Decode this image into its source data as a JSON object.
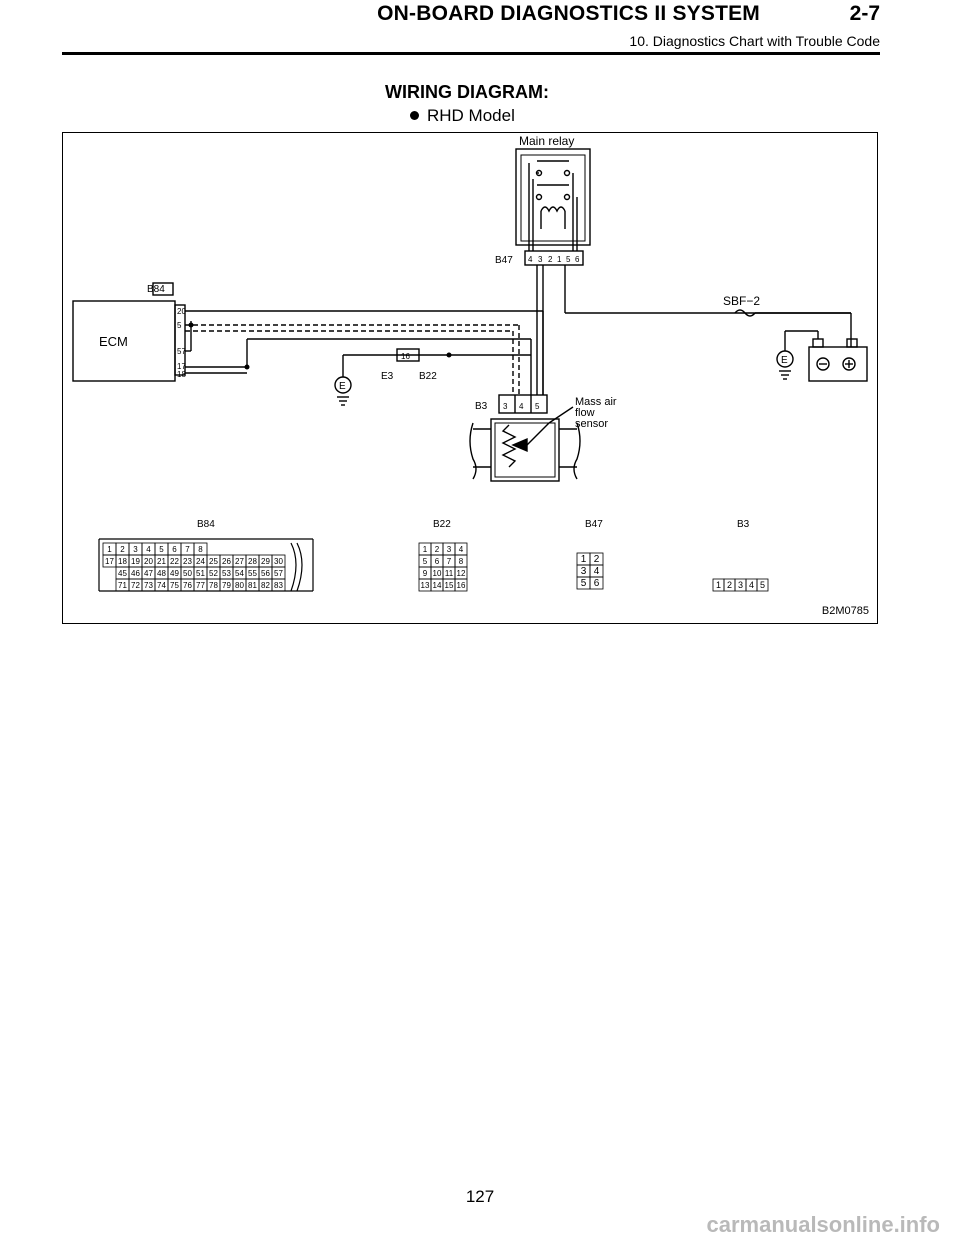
{
  "header": {
    "title": "ON-BOARD DIAGNOSTICS II SYSTEM",
    "section": "2-7",
    "subtitle": "10. Diagnostics Chart with Trouble Code"
  },
  "heading": "WIRING DIAGRAM:",
  "bullet": "RHD Model",
  "diagram": {
    "main_relay": "Main relay",
    "relay_connector": "B47",
    "relay_pins": [
      "4",
      "3",
      "2",
      "1",
      "5",
      "6"
    ],
    "ecm_connector": "B84",
    "ecm_label": "ECM",
    "ecm_pins": [
      "20",
      "5",
      "57",
      "17",
      "18"
    ],
    "fuse": "SBF−2",
    "ground_label": "E",
    "joint_pin": "16",
    "joint_labels": [
      "E3",
      "B22"
    ],
    "maf_connector": "B3",
    "maf_pins": [
      "3",
      "4",
      "5"
    ],
    "maf_label": [
      "Mass air",
      "flow",
      "sensor"
    ],
    "figure_code": "B2M0785"
  },
  "connector_views": {
    "b84": {
      "name": "B84",
      "rows": [
        [
          "1",
          "2",
          "3",
          "4",
          "5",
          "6",
          "7",
          "8"
        ],
        [
          "17",
          "18",
          "19",
          "20",
          "21",
          "22",
          "23",
          "24",
          "25",
          "26",
          "27",
          "28",
          "29",
          "30"
        ],
        [
          "45",
          "46",
          "47",
          "48",
          "49",
          "50",
          "51",
          "52",
          "53",
          "54",
          "55",
          "56",
          "57"
        ],
        [
          "71",
          "72",
          "73",
          "74",
          "75",
          "76",
          "77",
          "78",
          "79",
          "80",
          "81",
          "82",
          "83"
        ]
      ]
    },
    "b22": {
      "name": "B22",
      "rows": [
        [
          "1",
          "2",
          "3",
          "4"
        ],
        [
          "5",
          "6",
          "7",
          "8"
        ],
        [
          "9",
          "10",
          "11",
          "12"
        ],
        [
          "13",
          "14",
          "15",
          "16"
        ]
      ]
    },
    "b47": {
      "name": "B47",
      "rows": [
        [
          "1",
          "2"
        ],
        [
          "3",
          "4"
        ],
        [
          "5",
          "6"
        ]
      ]
    },
    "b3": {
      "name": "B3",
      "rows": [
        [
          "1",
          "2",
          "3",
          "4",
          "5"
        ]
      ]
    }
  },
  "page_number": "127",
  "watermark": "carmanualsonline.info"
}
